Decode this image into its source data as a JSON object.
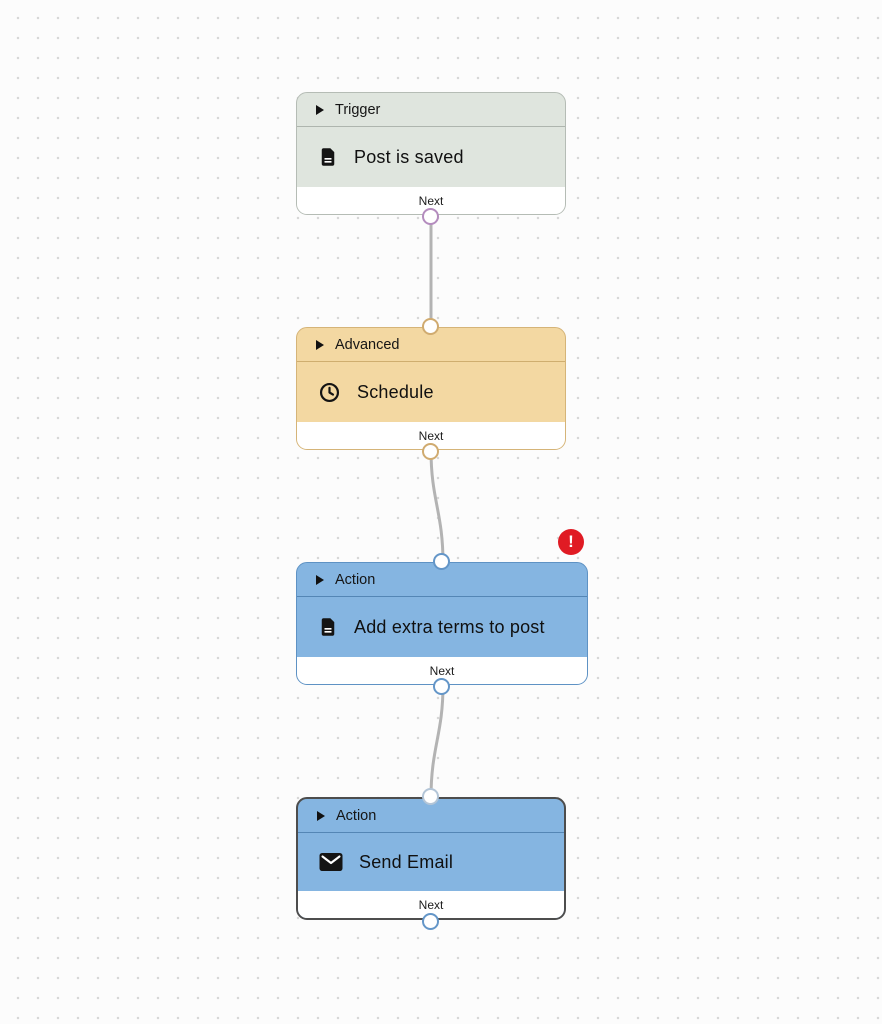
{
  "canvas": {
    "background_color": "#fcfcfc",
    "dot_color": "#d7d7d7",
    "wire_color": "#b3b3b3"
  },
  "nodes": [
    {
      "category": "Trigger",
      "title": "Post is saved",
      "icon": "document-icon",
      "footer_label": "Next",
      "colors": {
        "body": "#dfe5de",
        "border": "#b5bcb5",
        "port_out": "#b48cbe"
      }
    },
    {
      "category": "Advanced",
      "title": "Schedule",
      "icon": "clock-icon",
      "footer_label": "Next",
      "colors": {
        "body": "#f3d8a2",
        "border": "#d5b478",
        "port_in": "#d0ab70",
        "port_out": "#d0ab70"
      }
    },
    {
      "category": "Action",
      "title": "Add extra terms to post",
      "icon": "document-icon",
      "footer_label": "Next",
      "error_badge": "!",
      "error_color": "#e01b24",
      "colors": {
        "body": "#85b5e1",
        "border": "#5e92c4",
        "port_in": "#6496c8",
        "port_out": "#6496c8"
      }
    },
    {
      "category": "Action",
      "title": "Send Email",
      "icon": "mail-icon",
      "footer_label": "Next",
      "selected": true,
      "colors": {
        "body": "#85b5e1",
        "border": "#4d4d4d",
        "port_in": "#b3c5d7",
        "port_out": "#6496c8"
      }
    }
  ],
  "connections": [
    {
      "from": "Post is saved",
      "to": "Schedule"
    },
    {
      "from": "Schedule",
      "to": "Add extra terms to post"
    },
    {
      "from": "Add extra terms to post",
      "to": "Send Email"
    }
  ]
}
